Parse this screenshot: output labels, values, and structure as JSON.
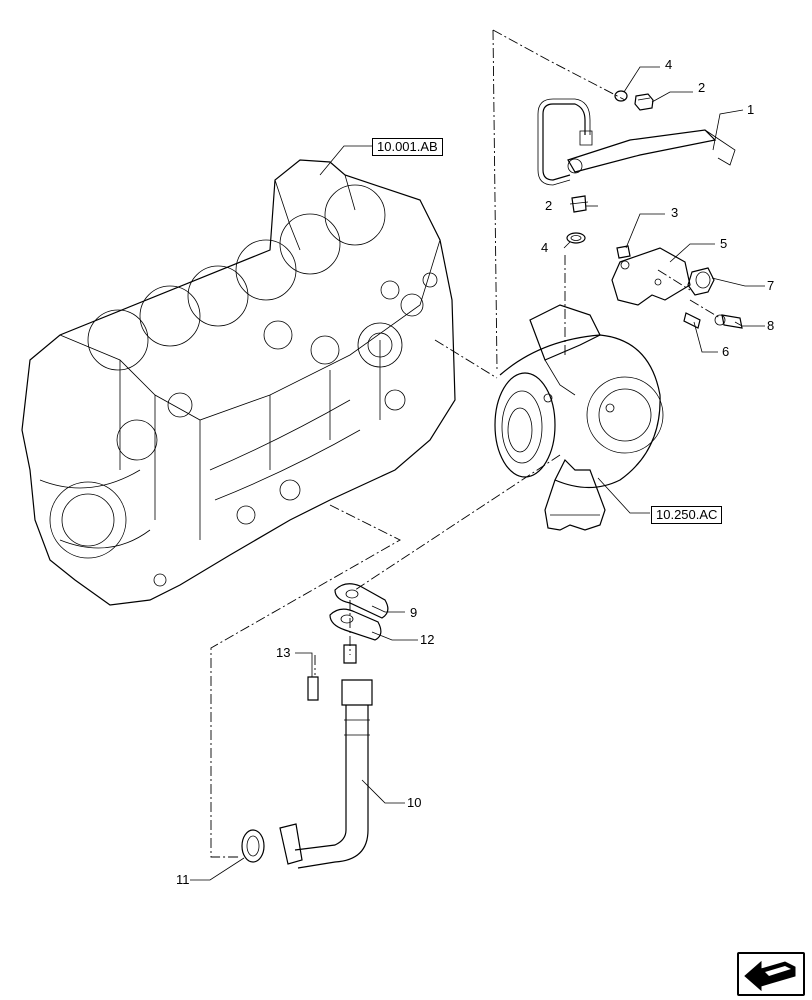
{
  "diagram": {
    "references": {
      "engine_block": "10.001.AB",
      "turbocharger": "10.250.AC"
    },
    "callouts": [
      "1",
      "2",
      "2",
      "3",
      "4",
      "4",
      "5",
      "6",
      "7",
      "8",
      "9",
      "10",
      "11",
      "12",
      "13"
    ],
    "nav_icon": "arrow-left-icon"
  }
}
